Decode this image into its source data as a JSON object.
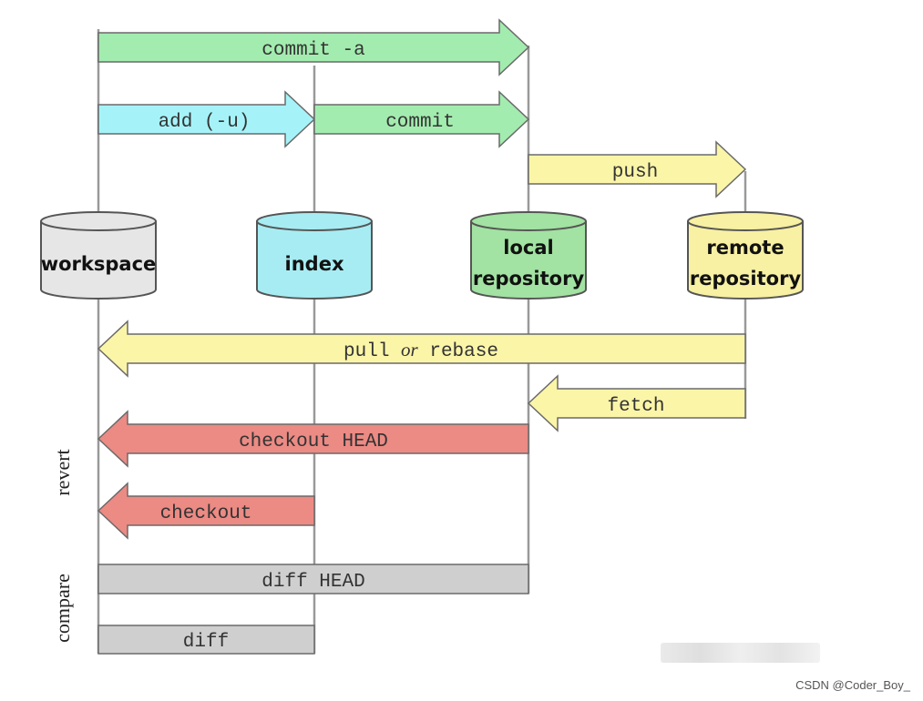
{
  "repositories": [
    {
      "key": "workspace",
      "lines": [
        "workspace"
      ],
      "fill": "#e6e6e6"
    },
    {
      "key": "index",
      "lines": [
        "index"
      ],
      "fill": "#a7ecf3"
    },
    {
      "key": "local",
      "lines": [
        "local",
        "repository"
      ],
      "fill": "#a2e2a2"
    },
    {
      "key": "remote",
      "lines": [
        "remote",
        "repository"
      ],
      "fill": "#f8f0a2"
    }
  ],
  "arrows": {
    "commit_a": {
      "label": "commit -a",
      "color": "#a3ecaf"
    },
    "add_u": {
      "label": "add (-u)",
      "color": "#a5f3f8"
    },
    "commit": {
      "label": "commit",
      "color": "#a3ecaf"
    },
    "push": {
      "label": "push",
      "color": "#fbf5a8"
    },
    "pull_or_rebase": {
      "label_pre": "pull ",
      "label_or": "or",
      "label_post": " rebase",
      "color": "#fbf5a8"
    },
    "fetch": {
      "label": "fetch",
      "color": "#fbf5a8"
    },
    "checkout_head": {
      "label": "checkout HEAD",
      "color": "#ec8a84"
    },
    "checkout": {
      "label": "checkout",
      "color": "#ec8a84"
    }
  },
  "bars": {
    "diff_head": {
      "label": "diff HEAD",
      "color": "#cfcfcf"
    },
    "diff": {
      "label": "diff",
      "color": "#cfcfcf"
    }
  },
  "side_labels": {
    "revert": "revert",
    "compare": "compare"
  },
  "watermark": "CSDN @Coder_Boy_"
}
